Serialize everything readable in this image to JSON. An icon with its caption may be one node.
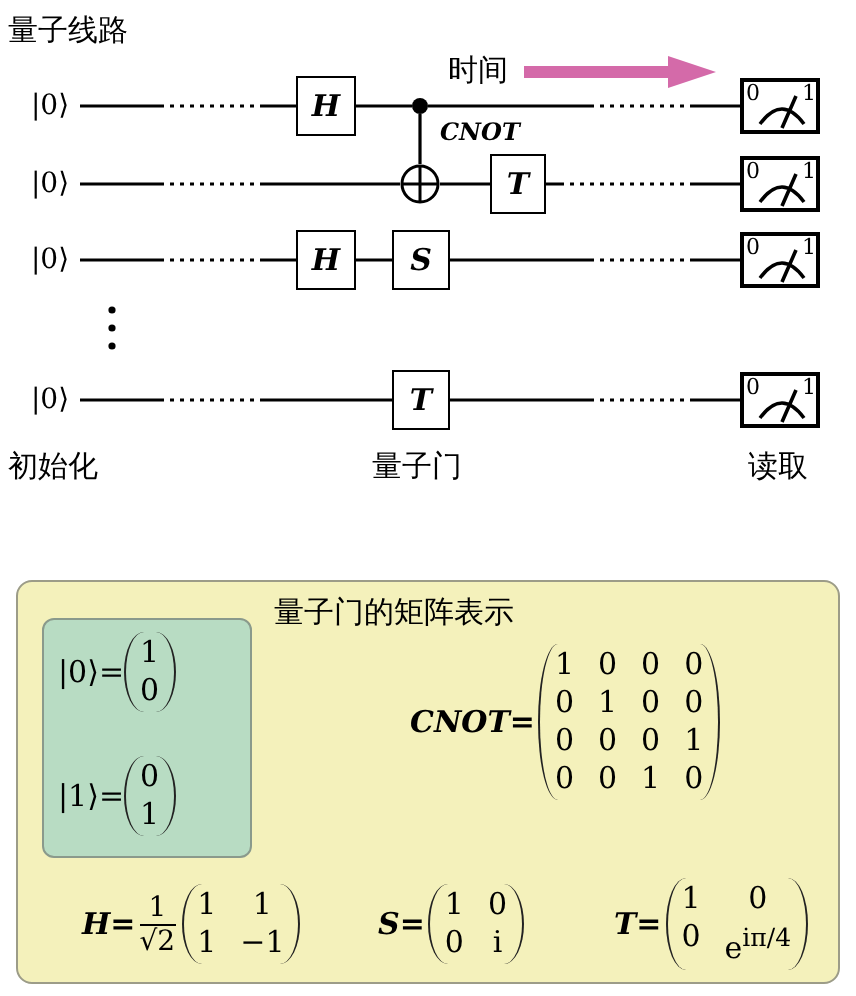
{
  "diagram": {
    "title": "量子线路",
    "nodes": [
      {
        "text": [
          "|0⟩"
        ]
      },
      {
        "text": [
          "|0⟩"
        ]
      },
      {
        "text": [
          "|0⟩"
        ]
      },
      {
        "text": [
          "|0⟩"
        ]
      },
      {
        "text": [
          "H"
        ]
      },
      {
        "text": [],
        "shape": "dot"
      },
      {
        "text": [
          "0",
          "1"
        ]
      },
      {
        "text": [],
        "shape": "circle"
      },
      {
        "text": [
          "T"
        ]
      },
      {
        "text": [
          "0",
          "1"
        ]
      },
      {
        "text": [
          "H"
        ]
      },
      {
        "text": [
          "S"
        ]
      },
      {
        "text": [
          "0",
          "1"
        ]
      },
      {
        "text": [
          "T"
        ]
      },
      {
        "text": [
          "0",
          "1"
        ]
      },
      {
        "text": [
          "量子门的矩阵表示"
        ]
      },
      {
        "text": [],
        "shape": "box",
        "in": 15
      }
    ],
    "edges": [
      {
        "from": 0,
        "to": 4,
        "arrow": "none",
        "style": "dashed"
      },
      {
        "from": 4,
        "to": 5,
        "arrow": "none"
      },
      {
        "from": 5,
        "to": 6,
        "arrow": "none",
        "style": "dashed"
      },
      {
        "from": 1,
        "to": 7,
        "arrow": "none",
        "style": "dashed"
      },
      {
        "from": 7,
        "to": 8,
        "arrow": "none"
      },
      {
        "from": 8,
        "to": 9,
        "arrow": "none",
        "style": "dashed"
      },
      {
        "from": 2,
        "to": 10,
        "arrow": "none",
        "style": "dashed"
      },
      {
        "from": 10,
        "to": 11,
        "arrow": "none"
      },
      {
        "from": 11,
        "to": 12,
        "arrow": "none",
        "style": "dashed"
      },
      {
        "from": 3,
        "to": 13,
        "arrow": "none",
        "style": "dashed"
      },
      {
        "from": 13,
        "to": 14,
        "arrow": "none",
        "style": "dashed"
      },
      {
        "from": 5,
        "to": 7,
        "arrow": "none"
      }
    ],
    "labels": [
      "时间",
      "CNOT",
      "初始化",
      "量子门",
      "读取",
      "|0⟩=",
      "1",
      "0",
      "CNOT=",
      "1",
      "0",
      "0",
      "0",
      "0",
      "1",
      "0",
      "0",
      "0",
      "0",
      "0",
      "1",
      "0",
      "0",
      "1",
      "0",
      "|1⟩=",
      "0",
      "1",
      "H=",
      "1",
      "√2",
      "1",
      "1",
      "1",
      "−1",
      "S=",
      "1",
      "0",
      "0",
      "i",
      "T=",
      "1",
      "0",
      "0",
      "e$^{iπ/4}$"
    ]
  }
}
